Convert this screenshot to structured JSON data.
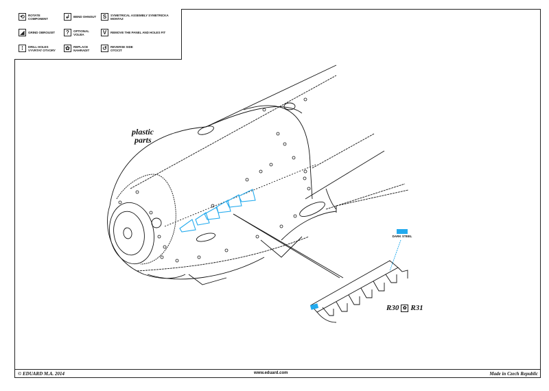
{
  "legend": {
    "items": [
      {
        "icon": "rotate-icon",
        "glyph": "⟲",
        "text": "ROTATE COMPONENT"
      },
      {
        "icon": "bend-icon",
        "glyph": "↲",
        "text": "BEND OHNOUT"
      },
      {
        "icon": "symmetrical-icon",
        "glyph": "S",
        "text": "SYMETRICAL ASSEMBLY SYMETRICKA MONTAZ"
      },
      {
        "icon": "grind-icon",
        "glyph": "◢",
        "text": "GRIND OBROUSIT"
      },
      {
        "icon": "optional-icon",
        "glyph": "?",
        "text": "OPTIONAL VOLBA"
      },
      {
        "icon": "remove-panel-icon",
        "glyph": "V",
        "text": "REMOVE THE PANEL AND HOLES FIT"
      },
      {
        "icon": "drill-icon",
        "glyph": "⁞",
        "text": "DRILL HOLES VYVRTAT OTVORY"
      },
      {
        "icon": "replace-icon",
        "glyph": "✿",
        "text": "REPLACE NAHRADIT"
      },
      {
        "icon": "reverse-side-icon",
        "glyph": "↺",
        "text": "REVERSE SIDE OTOCIT"
      }
    ]
  },
  "labels": {
    "plastic_parts_line1": "plastic",
    "plastic_parts_line2": "parts",
    "part_ref_left": "R30",
    "part_ref_right": "R31",
    "color_name": "DARK STEEL"
  },
  "colors": {
    "highlight": "#22aaee",
    "ink": "#111111"
  },
  "footer": {
    "left": "© EDUARD  M.A. 2014",
    "center": "www.eduard.com",
    "right": "Made in Czech Republic"
  }
}
